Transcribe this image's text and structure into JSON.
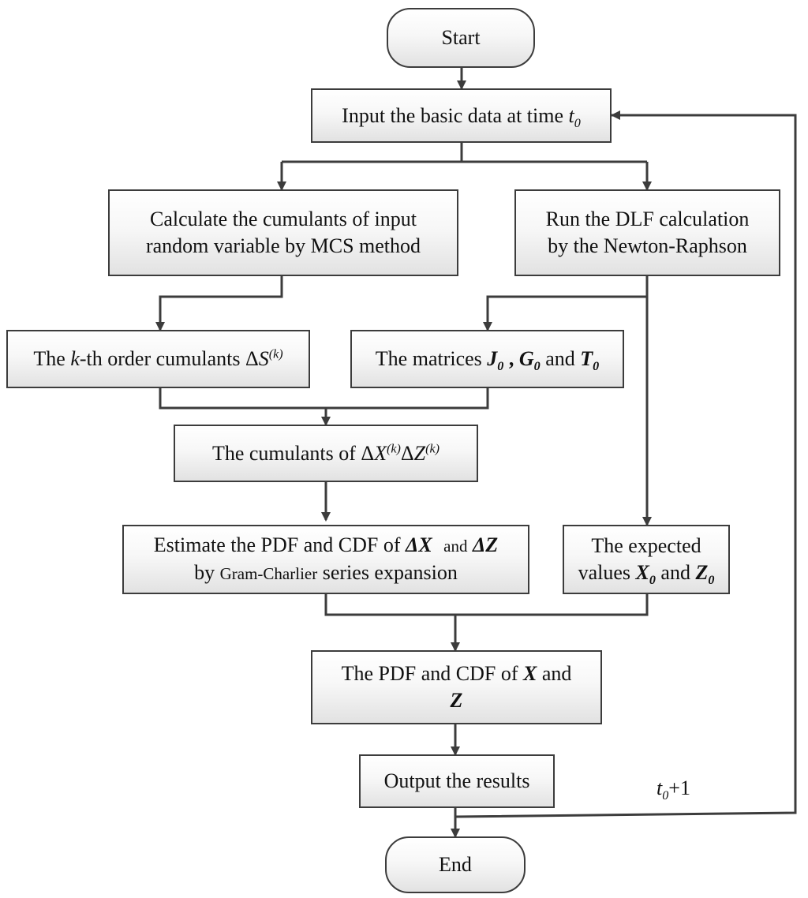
{
  "nodes": {
    "start": "Start",
    "input": {
      "text": "Input the basic data at time",
      "var": "t",
      "sub": "0"
    },
    "cumulants_input": {
      "line1": "Calculate the cumulants of input",
      "line2": "random variable by MCS method"
    },
    "dlf": {
      "line1": "Run the DLF calculation",
      "line2": "by the Newton-Raphson"
    },
    "kth": {
      "pre": "The",
      "k": "k",
      "post": "-th order cumulants",
      "delta": "Δ",
      "S": "S",
      "sup": "(k)"
    },
    "matrices": {
      "pre": "The matrices",
      "J": "J",
      "J_sub": "0",
      "comma": ",",
      "G": "G",
      "G_sub": "0",
      "and": "and",
      "T": "T",
      "T_sub": "0"
    },
    "cumulants_xz": {
      "pre": "The cumulants of",
      "delta1": "Δ",
      "X": "X",
      "sup1": "(k)",
      "delta2": "Δ",
      "Z": "Z",
      "sup2": "(k)"
    },
    "estimate": {
      "pre": "Estimate the PDF and CDF of",
      "dX": "ΔX",
      "and": "and",
      "dZ": "ΔZ",
      "by": "by",
      "method": "Gram-Charlier",
      "post": "series expansion"
    },
    "expected": {
      "line1": "The expected",
      "pre": "values",
      "X": "X",
      "X_sub": "0",
      "and": "and",
      "Z": "Z",
      "Z_sub": "0"
    },
    "pdf_cdf": {
      "pre": "The PDF and CDF of",
      "X": "X",
      "and": "and",
      "Z": "Z"
    },
    "output": "Output the results",
    "end": "End"
  },
  "loop_label": {
    "var": "t",
    "sub": "0",
    "post": "+1"
  },
  "colors": {
    "stroke": "#3c3c3c",
    "box_top": "#ffffff",
    "box_bottom": "#e2e2e2"
  }
}
